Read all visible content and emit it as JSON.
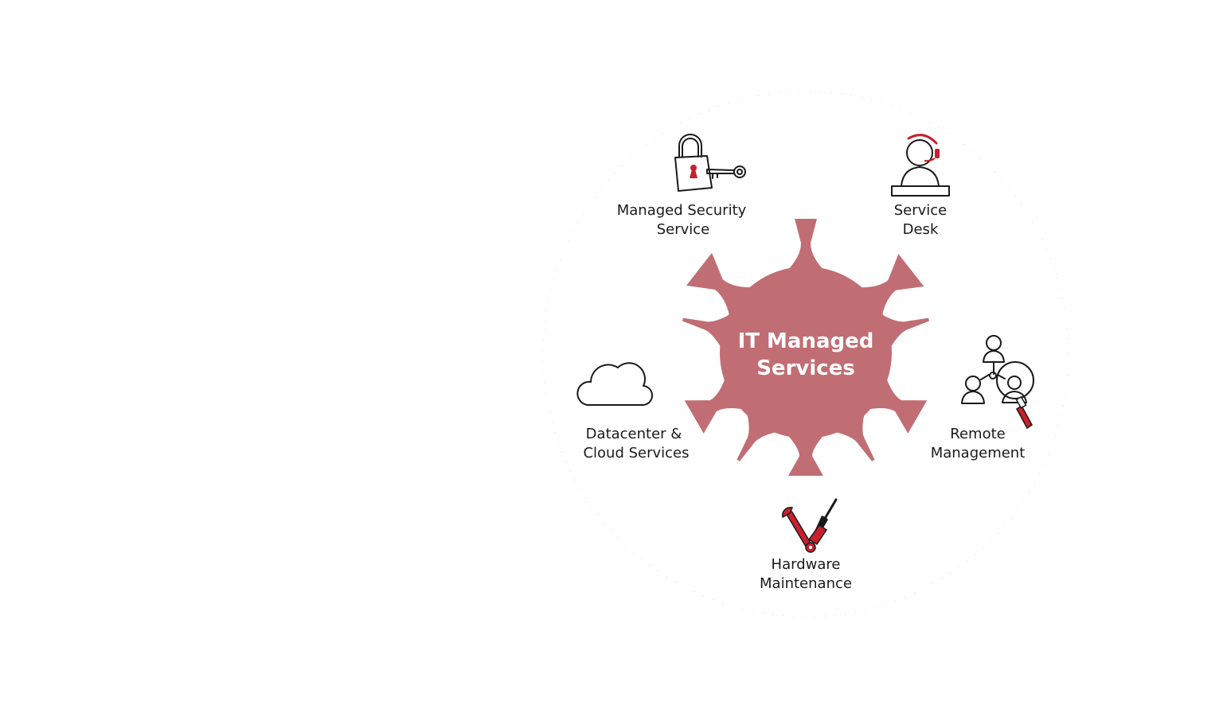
{
  "diagram": {
    "center": {
      "line1": "IT Managed",
      "line2": "Services"
    },
    "nodes": {
      "security": {
        "line1": "Managed Security",
        "line2": "Service",
        "icon": "padlock-key-icon"
      },
      "service_desk": {
        "line1": "Service",
        "line2": "Desk",
        "icon": "headset-agent-icon"
      },
      "remote": {
        "line1": "Remote",
        "line2": "Management",
        "icon": "remote-network-icon"
      },
      "hardware": {
        "line1": "Hardware",
        "line2": "Maintenance",
        "icon": "wrench-screwdriver-icon"
      },
      "datacenter": {
        "line1": "Datacenter &",
        "line2": "Cloud Services",
        "icon": "cloud-icon"
      }
    }
  },
  "colors": {
    "hub": "#c06e74",
    "accent_red": "#c8202e",
    "text": "#1a1a1a",
    "background": "#ffffff"
  }
}
